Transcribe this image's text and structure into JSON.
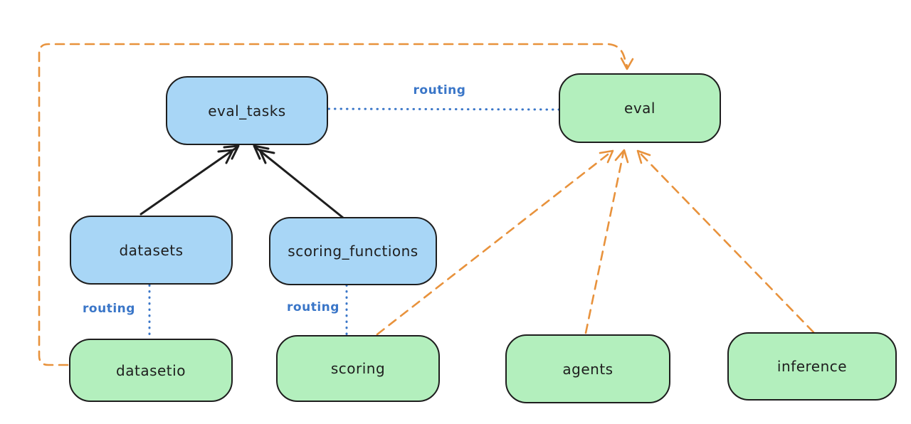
{
  "diagram": {
    "description": "API-to-provider routing diagram: registry resources (blue) and APIs (green) with routing links and dependency arrows",
    "colors": {
      "background": "#ffffff",
      "blue_node_fill": "#a8d6f6",
      "green_node_fill": "#b3efbd",
      "node_stroke": "#1e1e1e",
      "solid_arrow": "#1e1e1e",
      "routing_blue": "#3a76c8",
      "dashed_orange": "#e8923c"
    },
    "nodes": [
      {
        "id": "eval_tasks",
        "label": "eval_tasks",
        "fill": "blue"
      },
      {
        "id": "eval",
        "label": "eval",
        "fill": "green"
      },
      {
        "id": "datasets",
        "label": "datasets",
        "fill": "blue"
      },
      {
        "id": "scoring_functions",
        "label": "scoring_functions",
        "fill": "blue"
      },
      {
        "id": "datasetio",
        "label": "datasetio",
        "fill": "green"
      },
      {
        "id": "scoring",
        "label": "scoring",
        "fill": "green"
      },
      {
        "id": "agents",
        "label": "agents",
        "fill": "green"
      },
      {
        "id": "inference",
        "label": "inference",
        "fill": "green"
      }
    ],
    "edges": [
      {
        "from": "datasets",
        "to": "eval_tasks",
        "style": "solid-black-arrow",
        "label": ""
      },
      {
        "from": "scoring_functions",
        "to": "eval_tasks",
        "style": "solid-black-arrow",
        "label": ""
      },
      {
        "from": "eval_tasks",
        "to": "eval",
        "style": "dotted-blue",
        "label": "routing"
      },
      {
        "from": "datasets",
        "to": "datasetio",
        "style": "dotted-blue",
        "label": "routing"
      },
      {
        "from": "scoring_functions",
        "to": "scoring",
        "style": "dotted-blue",
        "label": "routing"
      },
      {
        "from": "datasetio",
        "to": "eval",
        "style": "dashed-orange-arrow",
        "label": ""
      },
      {
        "from": "scoring",
        "to": "eval",
        "style": "dashed-orange-arrow",
        "label": ""
      },
      {
        "from": "agents",
        "to": "eval",
        "style": "dashed-orange-arrow",
        "label": ""
      },
      {
        "from": "inference",
        "to": "eval",
        "style": "dashed-orange-arrow",
        "label": ""
      }
    ]
  }
}
